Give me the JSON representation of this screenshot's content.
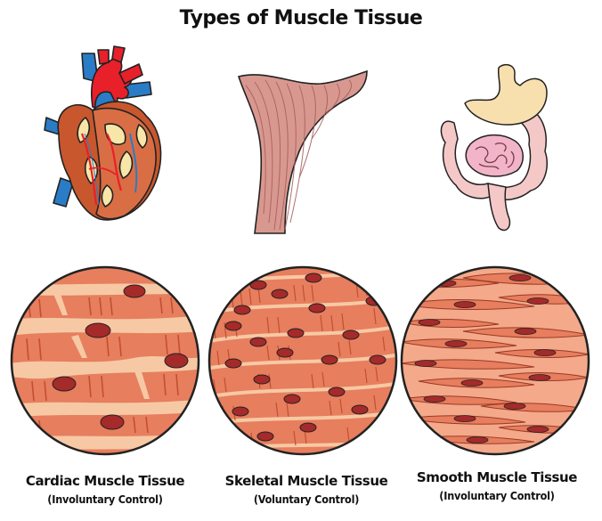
{
  "title": "Types of Muscle Tissue",
  "tissues": [
    {
      "name": "Cardiac Muscle Tissue",
      "control": "(Involuntary Control)"
    },
    {
      "name": "Skeletal Muscle Tissue",
      "control": "(Voluntary Control)"
    },
    {
      "name": "Smooth Muscle Tissue",
      "control": "(Involuntary Control)"
    }
  ],
  "colors": {
    "fiber_fill": "#e77e5e",
    "fiber_light": "#f6c9a4",
    "nucleus": "#a52a2a",
    "heart_red": "#e8202a",
    "heart_blue": "#2a7cc7",
    "heart_brown": "#c8572e",
    "muscle_pink": "#d89890",
    "intestine_pink": "#f5c8c8",
    "stomach_yellow": "#f8dfae"
  },
  "icons": [
    "heart-icon",
    "skeletal-muscle-icon",
    "digestive-tract-icon"
  ]
}
